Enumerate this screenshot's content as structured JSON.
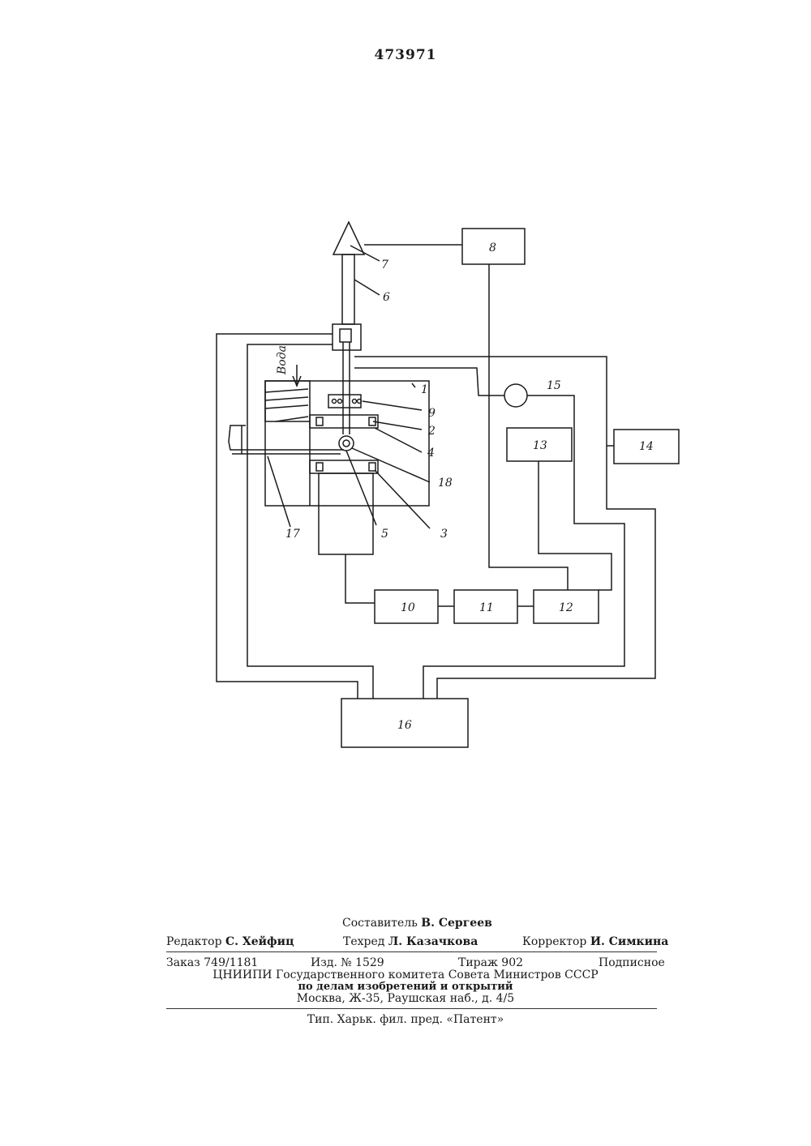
{
  "patent_number": "473971",
  "diagram": {
    "labels": {
      "l1": "1",
      "l2": "2",
      "l3": "3",
      "l4": "4",
      "l5": "5",
      "l6": "6",
      "l7": "7",
      "l8": "8",
      "l9": "9",
      "l10": "10",
      "l11": "11",
      "l12": "12",
      "l13": "13",
      "l14": "14",
      "l15": "15",
      "l16": "16",
      "l17": "17",
      "l18": "18",
      "water": "Вода"
    }
  },
  "imprint": {
    "compiler": "Составитель",
    "compiler_name": "В. Сергеев",
    "editor": "Редактор",
    "editor_name": "С. Хейфиц",
    "techred": "Техред",
    "techred_name": "Л. Казачкова",
    "corrector": "Корректор",
    "corrector_name": "И. Симкина",
    "order": "Заказ 749/1181",
    "edition": "Изд. № 1529",
    "circulation": "Тираж 902",
    "subscription": "Подписное",
    "institute": "ЦНИИПИ Государственного комитета Совета Министров СССР",
    "affairs": "по делам изобретений и открытий",
    "address": "Москва, Ж-35, Раушская наб., д. 4/5",
    "printer": "Тип. Харьк. фил. пред. «Патент»"
  }
}
